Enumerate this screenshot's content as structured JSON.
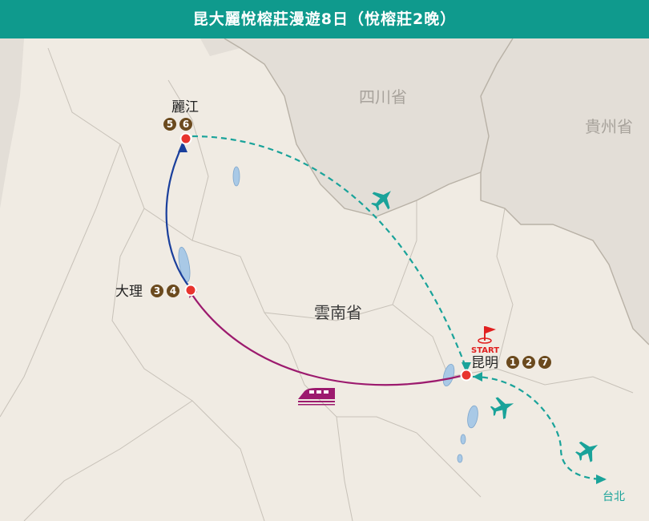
{
  "title": "昆大麗悅榕莊漫遊8日（悅榕莊2晚）",
  "colors": {
    "header": "#0f9a8d",
    "yunnan_fill": "#f0ebe3",
    "outside_fill": "#e3ded7",
    "water": "#a9c9e6",
    "flight_route": "#1aa39a",
    "road_route_north": "#1a3f9c",
    "rail_route": "#9c1a6e",
    "city_marker": "#e8342e",
    "day_badge": "#6b4a1e",
    "start_flag": "#e02020"
  },
  "regions": {
    "yunnan": "雲南省",
    "sichuan": "四川省",
    "guizhou": "貴州省"
  },
  "cities": {
    "lijiang": {
      "name": "麗江",
      "days": [
        "5",
        "6"
      ]
    },
    "dali": {
      "name": "大理",
      "days": [
        "3",
        "4"
      ]
    },
    "kunming": {
      "name": "昆明",
      "days": [
        "1",
        "2",
        "7"
      ]
    },
    "taipei": {
      "name": "台北"
    }
  },
  "start_label": "START",
  "icons": {
    "flight": "airplane-icon",
    "rail": "high-speed-train-icon",
    "start": "start-flag-icon"
  }
}
